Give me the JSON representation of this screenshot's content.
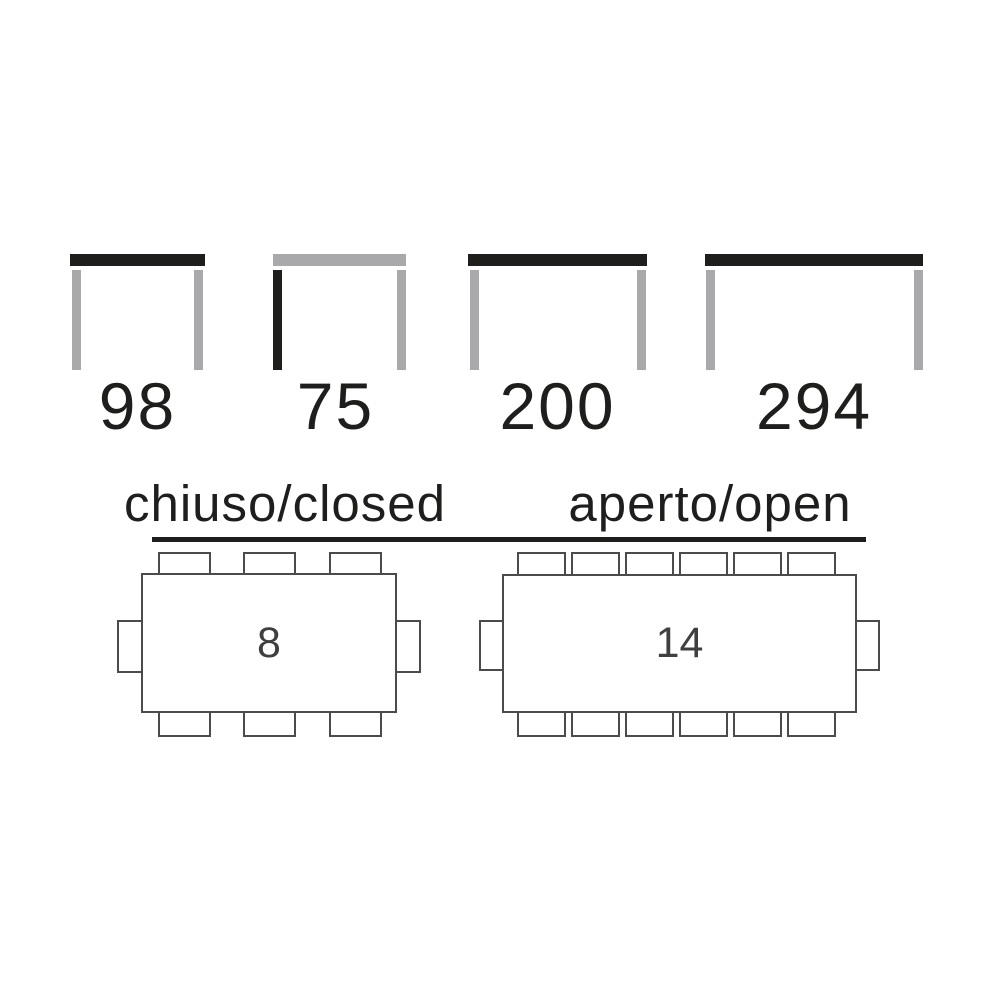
{
  "colors": {
    "highlight_black": "#1e1e1c",
    "muted_gray": "#a9a9ab",
    "plan_outline": "#4b4b4b",
    "seat_count_text": "#3f3f3f",
    "background": "#ffffff"
  },
  "side_views": [
    {
      "label": "98"
    },
    {
      "label": "75"
    },
    {
      "label": "200"
    },
    {
      "label": "294"
    }
  ],
  "sections": {
    "closed_label": "chiuso/closed",
    "open_label": "aperto/open"
  },
  "tables": {
    "closed": {
      "seat_count": "8",
      "chairs_total": 8
    },
    "open": {
      "seat_count": "14",
      "chairs_total": 14
    }
  }
}
